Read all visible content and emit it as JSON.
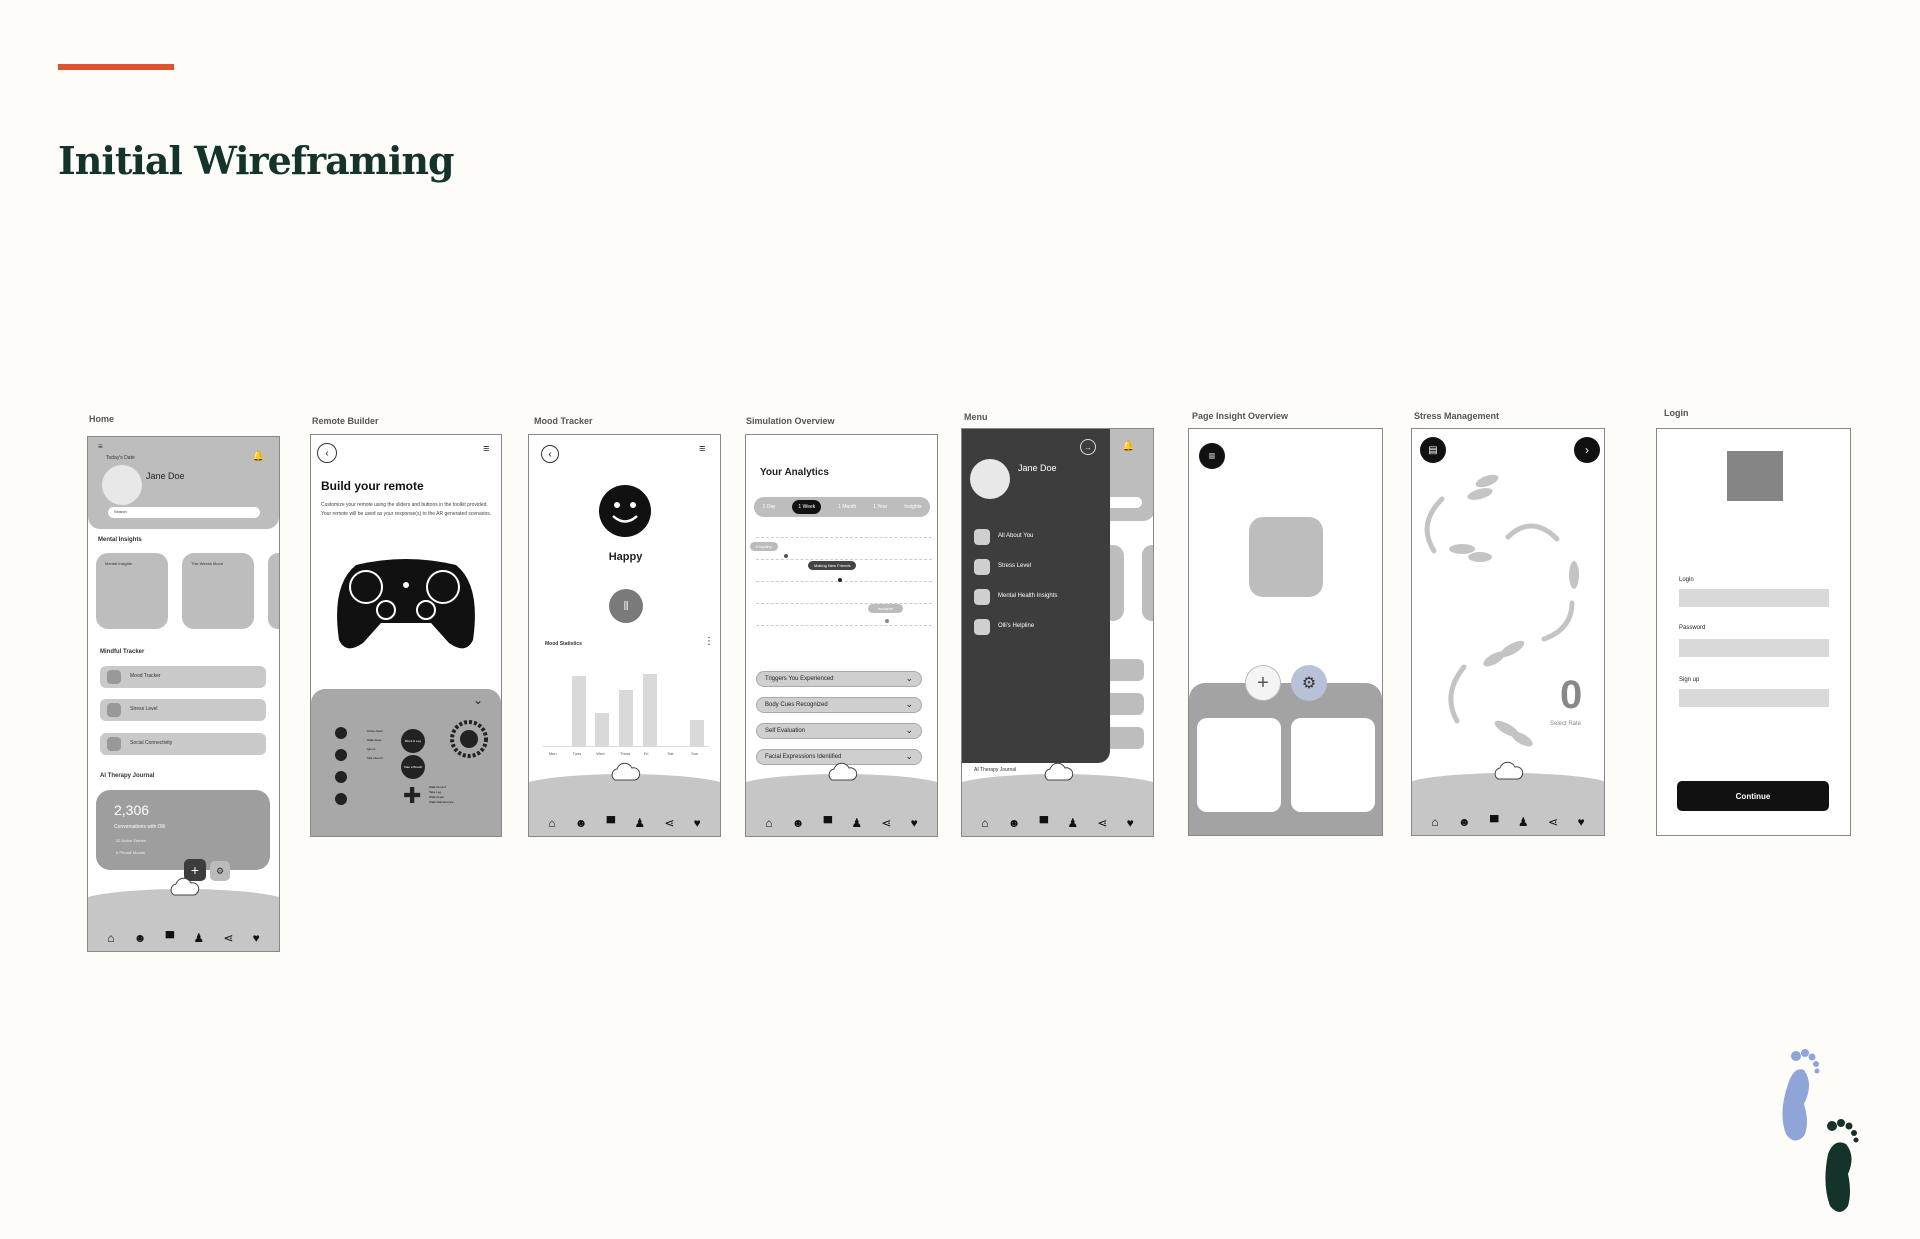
{
  "page": {
    "title": "Initial Wireframing",
    "accent_color": "#e0512f",
    "title_color": "#14332a"
  },
  "frames": {
    "home": {
      "label": "Home",
      "date_label": "Today's Date",
      "user_name": "Jane Doe",
      "search_placeholder": "Search",
      "mental_insights_title": "Mental Insights",
      "insight_cards": [
        "Mental Insights",
        "This Weeks Mood"
      ],
      "mindful_tracker_title": "Mindful Tracker",
      "tracker_items": [
        "Mood Tracker",
        "Stress Level",
        "Social Connectivity"
      ],
      "journal_title": "AI Therapy Journal",
      "journal_count": "2,306",
      "journal_subtitle": "Conversations with Olli",
      "journal_stats": [
        "32 Active Entries",
        "6 Private Moods"
      ]
    },
    "remote_builder": {
      "label": "Remote Builder",
      "heading": "Build your remote",
      "description": "Customize your remote using the sliders and buttons in the toolkit provided. Your remote will be used as your response(s) to the AR generated scenarios.",
      "panel_labels": [
        "Close Alarm",
        "Walk Away",
        "Ignore",
        "Talk about It",
        "Block & Leg",
        "Take a Breath",
        "Walk Around",
        "Take Leg",
        "Walk Anger",
        "Walk Maintenance"
      ]
    },
    "mood_tracker": {
      "label": "Mood Tracker",
      "mood": "Happy",
      "stats_title": "Mood Statistics",
      "days": [
        "Mon",
        "Tues",
        "Wed",
        "Thurs",
        "Fri",
        "Sat",
        "Sun"
      ],
      "bar_values": [
        0,
        0.85,
        0.4,
        0.68,
        0.88,
        0,
        0.32
      ]
    },
    "simulation_overview": {
      "label": "Simulation Overview",
      "heading": "Your Analytics",
      "ranges": [
        "1 Day",
        "1 Week",
        "1 Month",
        "1 Year",
        "Insights"
      ],
      "selected_range": "1 Week",
      "chips": [
        "Empathy",
        "Making New Friends",
        "Isolation"
      ],
      "dropdowns": [
        "Triggers You Experienced",
        "Body Cues Recognized",
        "Self Evaluation",
        "Facial Expressions Identified"
      ]
    },
    "menu": {
      "label": "Menu",
      "user_name": "Jane Doe",
      "items": [
        "All About You",
        "Stress Level",
        "Mental Health Insights",
        "Olli's Helpline"
      ],
      "journal_title": "AI Therapy Journal"
    },
    "page_insight": {
      "label": "Page Insight Overview"
    },
    "stress": {
      "label": "Stress Management",
      "count": "0",
      "count_label": "Select Rate"
    },
    "login": {
      "label": "Login",
      "fields": [
        "Login",
        "Password",
        "Sign up"
      ],
      "button": "Continue"
    }
  },
  "icons": {
    "nav": [
      "home-icon",
      "smiley-icon",
      "chat-icon",
      "person-icon",
      "share-icon",
      "heart-icon"
    ],
    "foot_colors": [
      "#8fa5d8",
      "#14332a"
    ]
  }
}
